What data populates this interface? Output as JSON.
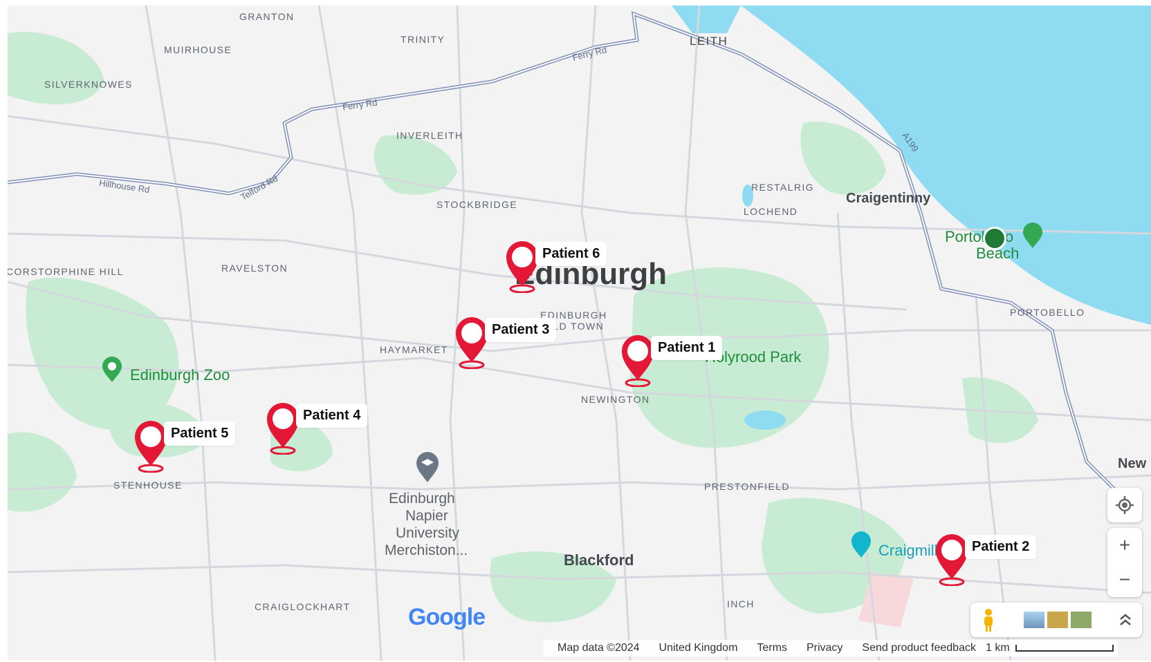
{
  "map": {
    "neighbourhoods": [
      {
        "key": "granton",
        "text": "GRANTON"
      },
      {
        "key": "trinity",
        "text": "TRINITY"
      },
      {
        "key": "leith",
        "text": "LEITH"
      },
      {
        "key": "muirhouse",
        "text": "MUIRHOUSE"
      },
      {
        "key": "silverknowes",
        "text": "SILVERKNOWES"
      },
      {
        "key": "inverleith",
        "text": "INVERLEITH"
      },
      {
        "key": "stockbridge",
        "text": "STOCKBRIDGE"
      },
      {
        "key": "restalrig",
        "text": "RESTALRIG"
      },
      {
        "key": "lochend",
        "text": "LOCHEND"
      },
      {
        "key": "corstorphine",
        "text": "CORSTORPHINE HILL"
      },
      {
        "key": "ravelston",
        "text": "RAVELSTON"
      },
      {
        "key": "oldtown1",
        "text": "EDINBURGH"
      },
      {
        "key": "oldtown2",
        "text": "OLD TOWN"
      },
      {
        "key": "haymarket",
        "text": "HAYMARKET"
      },
      {
        "key": "newington",
        "text": "NEWINGTON"
      },
      {
        "key": "stenhouse",
        "text": "STENHOUSE"
      },
      {
        "key": "prestonfield",
        "text": "PRESTONFIELD"
      },
      {
        "key": "portobello",
        "text": "PORTOBELLO"
      },
      {
        "key": "craiglockhart",
        "text": "CRAIGLOCKHART"
      },
      {
        "key": "inch",
        "text": "INCH"
      }
    ],
    "city": "Edinburgh",
    "areas": {
      "craigentinny": "Craigentinny",
      "blackford": "Blackford",
      "new": "New"
    },
    "roads": {
      "ferry1": "Ferry Rd",
      "ferry2": "Ferry Rd",
      "hillhouse": "Hillhouse Rd",
      "telford": "Telford Rd",
      "a199": "A199"
    },
    "places": {
      "zoo": "Edinburgh Zoo",
      "holyrood": "Holyrood Park",
      "portobello_beach_1": "Portobello",
      "portobello_beach_2": "Beach",
      "craigmillar": "Craigmillar",
      "uni_1": "Edinburgh",
      "uni_2": "Napier",
      "uni_3": "University",
      "uni_4": "Merchiston..."
    },
    "markers": [
      {
        "label": "Patient 6"
      },
      {
        "label": "Patient 3"
      },
      {
        "label": "Patient 1"
      },
      {
        "label": "Patient 4"
      },
      {
        "label": "Patient 5"
      },
      {
        "label": "Patient 2"
      }
    ],
    "marker_color": "#e31837",
    "water_color": "#8fdcf2",
    "park_color": "#c8ecd3"
  },
  "footer": {
    "map_data": "Map data ©2024",
    "country": "United Kingdom",
    "terms": "Terms",
    "privacy": "Privacy",
    "feedback": "Send product feedback",
    "scale": "1 km"
  },
  "controls": {
    "locate_icon": "my-location-icon",
    "zoom_in": "+",
    "zoom_out": "−",
    "pegman_icon": "pegman-icon",
    "expand_icon": "chevron-up-double-icon"
  },
  "logo": "Google"
}
